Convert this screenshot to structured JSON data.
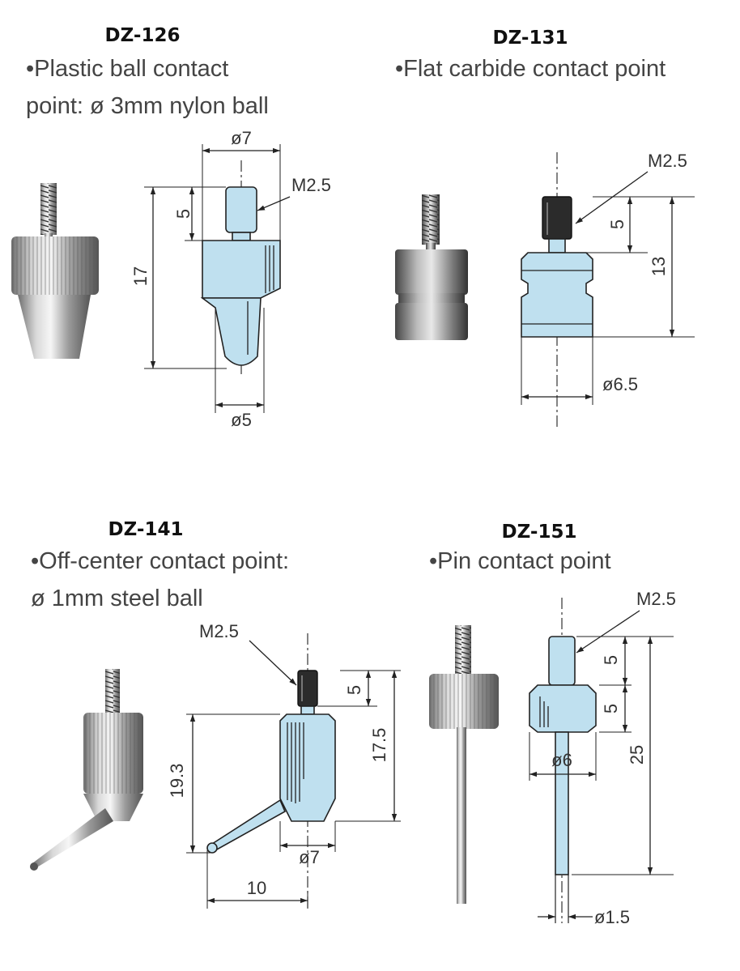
{
  "products": [
    {
      "id": "dz-126",
      "model": "DZ-126",
      "description_lines": [
        "•Plastic ball contact",
        "point: ø 3mm nylon ball"
      ],
      "dimensions": {
        "width_top": "ø7",
        "thread": "M2.5",
        "thread_length": "5",
        "total_length": "17",
        "width_bottom": "ø5"
      }
    },
    {
      "id": "dz-131",
      "model": "DZ-131",
      "description_lines": [
        "•Flat carbide contact point"
      ],
      "dimensions": {
        "thread": "M2.5",
        "thread_length": "5",
        "total_length": "13",
        "width": "ø6.5"
      }
    },
    {
      "id": "dz-141",
      "model": "DZ-141",
      "description_lines": [
        "•Off-center contact point:",
        "ø 1mm steel ball"
      ],
      "dimensions": {
        "thread": "M2.5",
        "thread_length": "5",
        "body_length": "17.5",
        "total_length": "19.3",
        "width": "ø7",
        "offset": "10"
      }
    },
    {
      "id": "dz-151",
      "model": "DZ-151",
      "description_lines": [
        "•Pin contact point"
      ],
      "dimensions": {
        "thread": "M2.5",
        "thread_length": "5",
        "knurl_length": "5",
        "total_length": "25",
        "width": "ø6",
        "pin_width": "ø1.5"
      }
    }
  ],
  "colors": {
    "part_fill": "#bfe0ef",
    "line": "#222222",
    "background": "#ffffff"
  }
}
